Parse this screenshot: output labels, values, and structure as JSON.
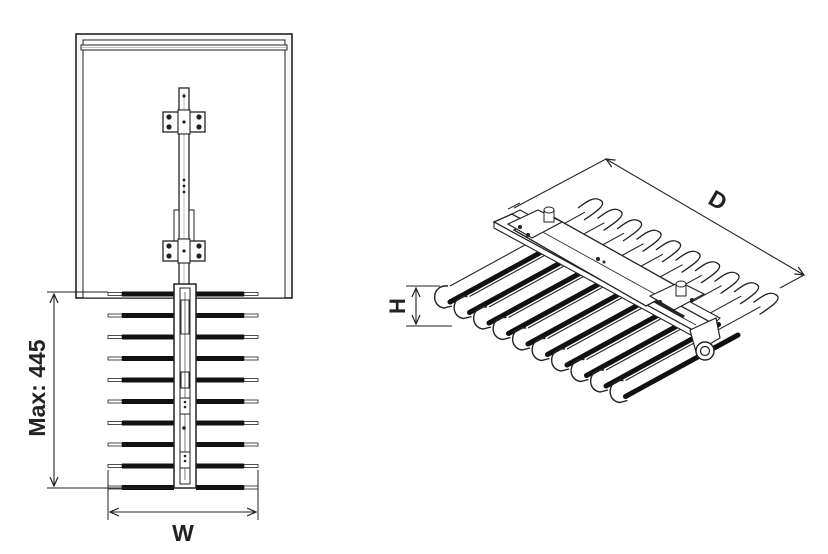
{
  "labels": {
    "max_height": "Max: 445",
    "width": "W",
    "depth": "D",
    "height": "H"
  },
  "rack": {
    "rod_count": 10
  },
  "colors": {
    "line": "#222222",
    "cabinet_fill": "#f7f7f7",
    "rod_dark": "#111111",
    "metal_light": "#ffffff"
  }
}
